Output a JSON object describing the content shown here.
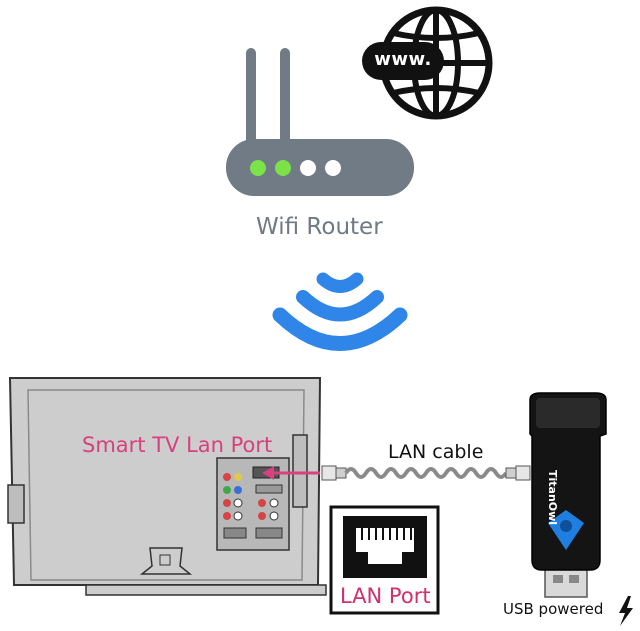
{
  "labels": {
    "router": "Wifi Router",
    "tv_port": "Smart TV Lan Port",
    "cable": "LAN cable",
    "lan_port": "LAN Port",
    "usb": "USB powered"
  },
  "globe_badge": "www.",
  "adapter_brand": "TitanOwl",
  "icons": [
    "globe-icon",
    "router-icon",
    "wifi-signal-icon",
    "tv-back-icon",
    "ethernet-port-icon",
    "wireless-adapter-icon",
    "lightning-icon"
  ],
  "colors": {
    "router_body": "#707b85",
    "led_green": "#7be24a",
    "led_white": "#ffffff",
    "wifi_blue": "#2f86e8",
    "tv_gray": "#cdcdcd",
    "accent_pink": "#d6417e",
    "adapter_black": "#141414",
    "adapter_blue": "#1f7fe0"
  }
}
